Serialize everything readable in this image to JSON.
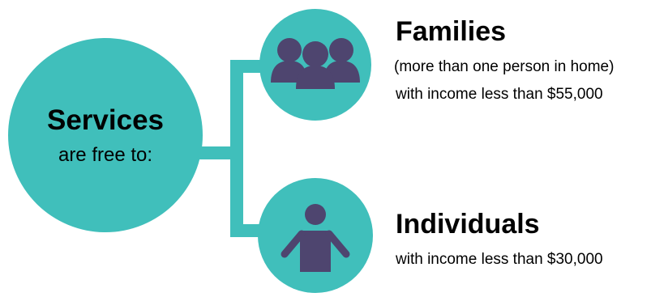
{
  "colors": {
    "teal": "#40bfbb",
    "purple": "#4e456f",
    "text": "#000000",
    "background": "#ffffff"
  },
  "center": {
    "title": "Services",
    "subtitle": "are free to:"
  },
  "families": {
    "icon": "group-of-people-icon",
    "heading": "Families",
    "detail": "(more than one person in home)",
    "income": "with income less than $55,000"
  },
  "individuals": {
    "icon": "person-icon",
    "heading": "Individuals",
    "income": "with income less than $30,000"
  }
}
